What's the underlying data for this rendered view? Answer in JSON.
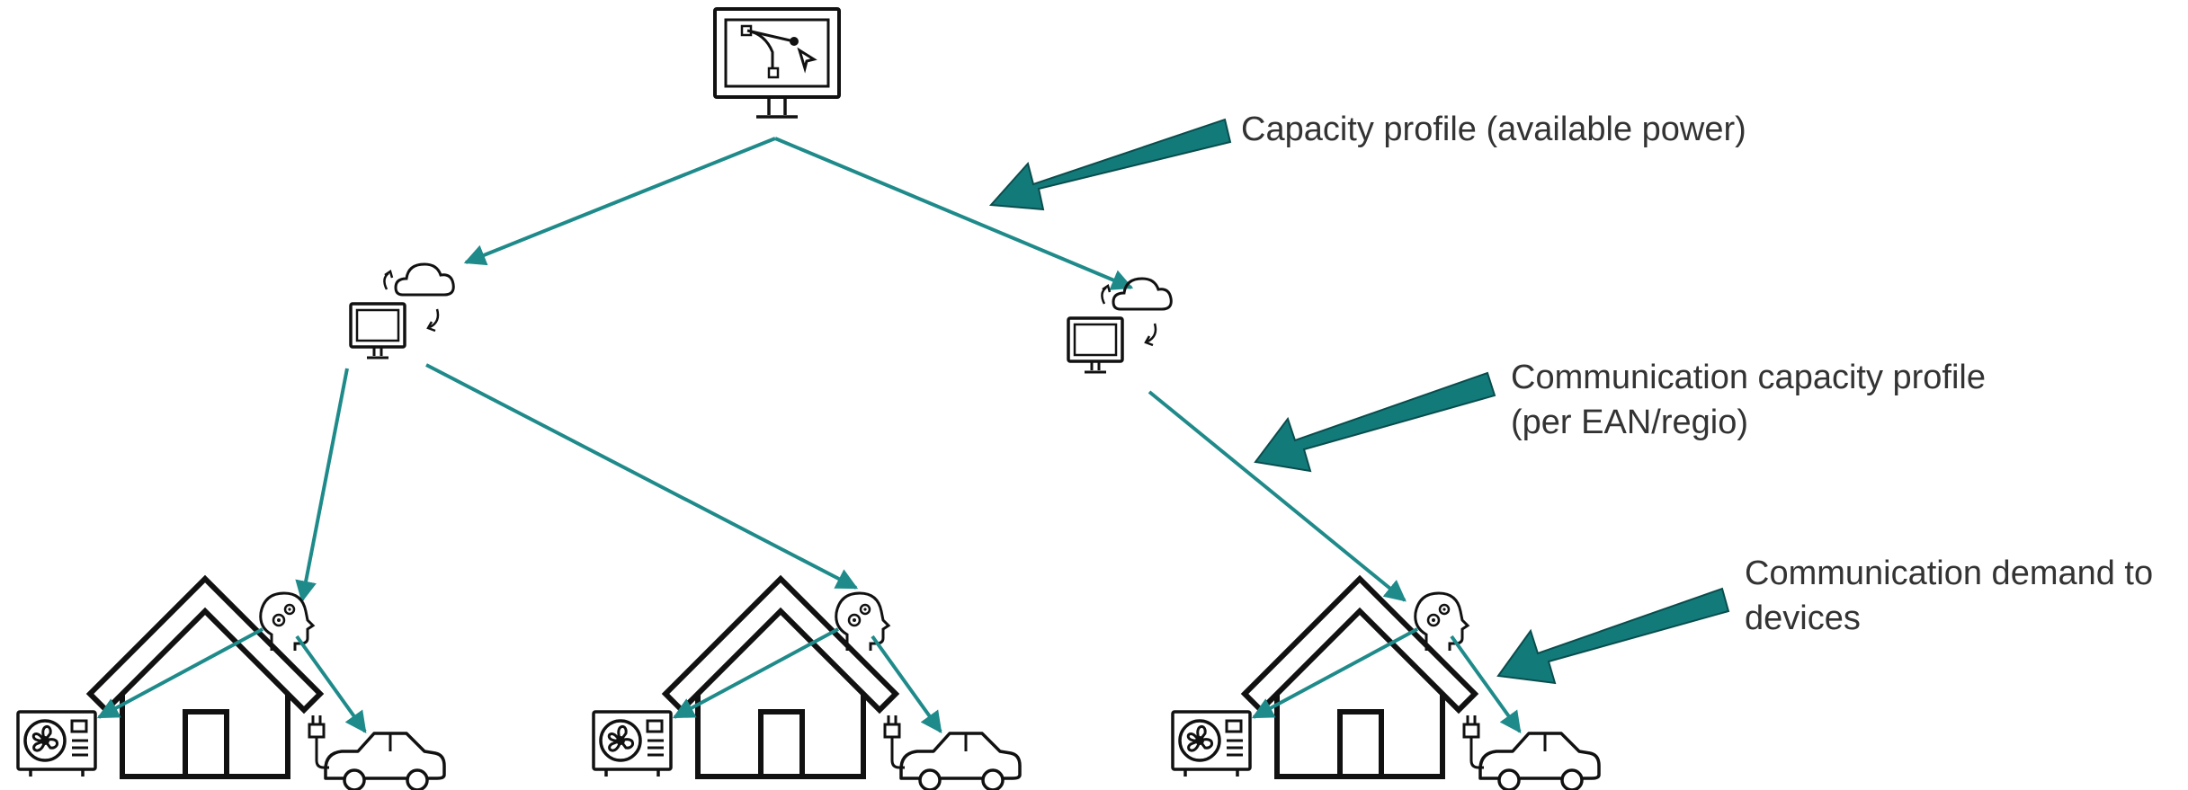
{
  "labels": {
    "capacity_profile": "Capacity profile (available power)",
    "comm_capacity_line1": "Communication capacity profile",
    "comm_capacity_line2": "(per EAN/regio)",
    "comm_demand_line1": "Communication demand to",
    "comm_demand_line2": "devices"
  },
  "colors": {
    "connector": "#1f8a8a",
    "big_arrow": "#137a7a",
    "icon_stroke": "#111111",
    "text": "#333333"
  },
  "icons": {
    "top": "design-workstation-icon",
    "aggregator": "cloud-computer-icon",
    "controller": "smart-ai-head-icon",
    "heat_pump": "heat-pump-icon",
    "house": "house-icon",
    "ev": "electric-car-icon"
  }
}
